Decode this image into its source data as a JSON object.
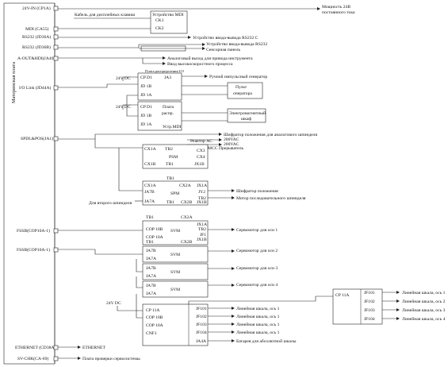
{
  "mainboard": {
    "title": "Материнская плата"
  },
  "connectors": {
    "cp1a": "24V-IN (CP1A)",
    "ca55": "MDI (CA55)",
    "jd36a": "RS232 (JD36A)",
    "jd36b": "RS232 (JD36B)",
    "ja40": "A-OUT&HDI(JA40)",
    "jd44a": "I/O Link (JD44A)",
    "ja1": "SPDL&POS(JA1)",
    "cop10a_1": "FSSB(COP10A-1)",
    "cop10a_2": "FSSB(COP10A-1)",
    "cd38a": "ETHERNET (CD38A)",
    "ca69": "SV-CHK(CA-69)"
  },
  "labels": {
    "power_24v": "Мощность 24В постоянного тока",
    "keyboard_cable": "Кабель для дисплейных клавиш",
    "mdi_unit": "Устройство MDI",
    "ck1": "CK1",
    "ck2": "CK2",
    "rs232_io1": "Устройство ввода-вывода RS232 C",
    "rs232_io2": "Устройство ввода-вывода RS232",
    "touch_panel": "Сенсорная панель",
    "analog_out": "Аналоговый выход для привода инструмента",
    "hs_input": "Ввод высокоскоростного процесса",
    "dist_board1": "Плата распределения I/O",
    "dv24_1": "24V DC",
    "cpd1_1": "CP D1",
    "jd1b_1": "JD 1B",
    "jd1a_1": "JD 1A",
    "ja3": "JA3",
    "manual_pulse": "Ручной импульсный генератор",
    "operator_panel": "Пульт оператора",
    "dv24_2": "24V DC",
    "cpd1_2": "CP D1",
    "jd1b_2": "JD 1B",
    "jd1a_2": "JD 1A",
    "dist_board2": "Плата распр.",
    "mdi_dev": "Устр.MDI",
    "em_cabinet": "Электромагнитный шкаф",
    "analog_spindle_enc": "Шифратор положения для аналогового шпинделя",
    "vac200_1": "200VAC",
    "vac200_2": "200VAC",
    "ac_reactor": "Реактор AC",
    "mcc": "MCC",
    "breaker": "Прерыватель",
    "psm": "PSM",
    "cx1a_p": "CX1A",
    "tb2_p": "TB2",
    "cx3": "CX3",
    "cx4": "CX4",
    "cx1b_p": "CX1B",
    "tb1_p": "TB1",
    "jx1b_p": "JX1B",
    "spm": "SPM",
    "cx1a_s": "CX1A",
    "tb1_s": "TB1",
    "cx2a_s": "CX2A",
    "jx1a_s": "JX1A",
    "ja7b_s": "JA7B",
    "jy2": "JY2",
    "tb2_s": "TB2",
    "ja7a_s": "JA7A",
    "tb1_s2": "TB1",
    "cx2b_s": "CX2B",
    "jx1b_s": "JX1B",
    "pos_enc": "Шифратор положения",
    "serial_spindle_motor": "Мотор последовательного шпинделя",
    "second_spindle": "Для второго шпинделя",
    "svm1": "SVM",
    "tb1_v1": "TB1",
    "cx2a_v1": "CX2A",
    "jx1a_v1": "JX1A",
    "cop10b_v1": "COP 10B",
    "tb2_v1": "TB2",
    "cop10a_v1": "COP 10A",
    "jf1": "JF1",
    "tb1_v1b": "TB1",
    "cx2b_v1": "CX2B",
    "jx1b_v1": "JX1B",
    "servo1": "Сервомотор для оси 1",
    "svm2": "SVM",
    "ja7b_v2": "JA7B",
    "ja7a_v2": "JA7A",
    "servo2": "Сервомотор для оси 2",
    "svm3": "SVM",
    "ja7b_v3": "JA7B",
    "ja7a_v3": "JA7A",
    "servo3": "Сервомотор для оси 3",
    "svm4": "SVM",
    "ja7b_v4": "JA7B",
    "ja7a_v4": "JA7A",
    "servo4": "Сервомотор для оси 4",
    "dv24_3": "24V DC",
    "cp11a_1": "CP 11A",
    "cop10b_b": "COP 10B",
    "cop10a_b": "COP 10A",
    "cnf1": "CNF1",
    "jf101_1": "JF101",
    "jf102_1": "JF102",
    "jf103_1": "JF103",
    "jf104_1": "JF104",
    "ja4a": "JA4A",
    "lin1_a": "Линейная шкала, ось 1",
    "lin2_a": "Линейная шкала, ось 1",
    "lin3_a": "Линейная шкала, ось 1",
    "lin4_a": "Линейная шкала, ось 1",
    "battery": "Батарея для абсолютной шкалы",
    "cp11a_2": "CP 11A",
    "jf101_2": "JF101",
    "jf102_2": "JF102",
    "jf103_2": "JF103",
    "jf104_2": "JF104",
    "lin1_b": "Линейная шкала, ось 1",
    "lin2_b": "Линейная шкала, ось 2",
    "lin3_b": "Линейная шкала, ось 3",
    "lin4_b": "Линейная шкала, ось 4",
    "ethernet": "ETHERNET",
    "servo_check": "Плата проверки сервосистемы"
  }
}
